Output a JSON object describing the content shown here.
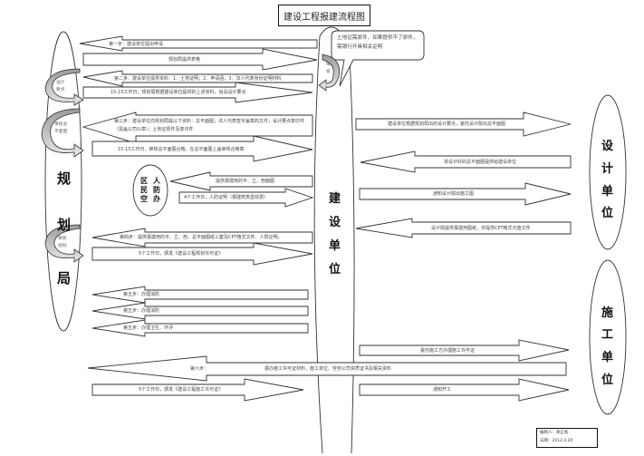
{
  "title": "建设工程报建流程图",
  "lanes": {
    "planning": {
      "chars": [
        "规",
        "划",
        "局"
      ]
    },
    "developer": {
      "chars": [
        "建",
        "设",
        "单",
        "位"
      ]
    },
    "design": {
      "chars": [
        "设",
        "计",
        "单",
        "位"
      ]
    },
    "construction": {
      "chars": [
        "施",
        "工",
        "单",
        "位"
      ]
    },
    "civil_defense": {
      "chars": [
        "区",
        "人",
        "民",
        "防",
        "空",
        "办"
      ]
    }
  },
  "callout": {
    "text": "土地证需原件，如果提供不了原件，需银行开具相关证明"
  },
  "curls": {
    "design_requirements": "设计要点",
    "review_site_plan": "审核总平面图",
    "review_planning": "审核规划",
    "developer_loop": "审核"
  },
  "arrows": {
    "step1": "第一步：建设单位提出申请",
    "form": "规划局提供表格",
    "step2": "第二步：建设单位提供资料：1．土地证明；2．申请函；3．法人代表身份证明材料",
    "step2_return": "15-15工作日，规划局根据建设单位提供的上述资料，出具设计要点",
    "step3": "第三步：建设单位向规划局提以下资料：总平面图；法人代表签字盖章的文件；设计要点复印件（需盖公司公章）；土地证原件及复印件",
    "step3_return": "15-15工作日，审核总平面图合格，在总平面图上盖审核合格章",
    "civil_defense_submit": "提供报建用的平、立、剖面图",
    "civil_defense_return": "4个工作日，人防证明（报建筑类型收费）",
    "step4": "第四步：提供报建用的平、立、剖、总平面图纸三套及CPT格式文件、人防证明，",
    "step4_return": "5个工作日，颁发《建设工程规划许可证》",
    "step5a": "第五步：办理消防",
    "step5b": "第五步：办理消防",
    "step5c": "第五步：办理卫生、环评",
    "step6_label": "第六步：",
    "step6": "报办施工许可证材料，施工单位、劳务公司资质证书及相关资料",
    "step6_return": "5个工作日，颁发《建设工程施工许可证》",
    "design_commission": "建设单位根据规划局出的设计要点，委托设计院出总平面图",
    "design_deliver_site": "将设计好的总平面图提供给建设单位",
    "notify_construction_drawings": "通知设计院出施工图",
    "design_deliver_cpt": "设计院提供报建用图纸，并提供CPT格式光盘文件",
    "commission_builder": "委托施工方办理施工许可证",
    "notify_start": "通知开工"
  },
  "footer": {
    "author": "编制人：胡正松",
    "date": "日期：2012.4.20"
  }
}
